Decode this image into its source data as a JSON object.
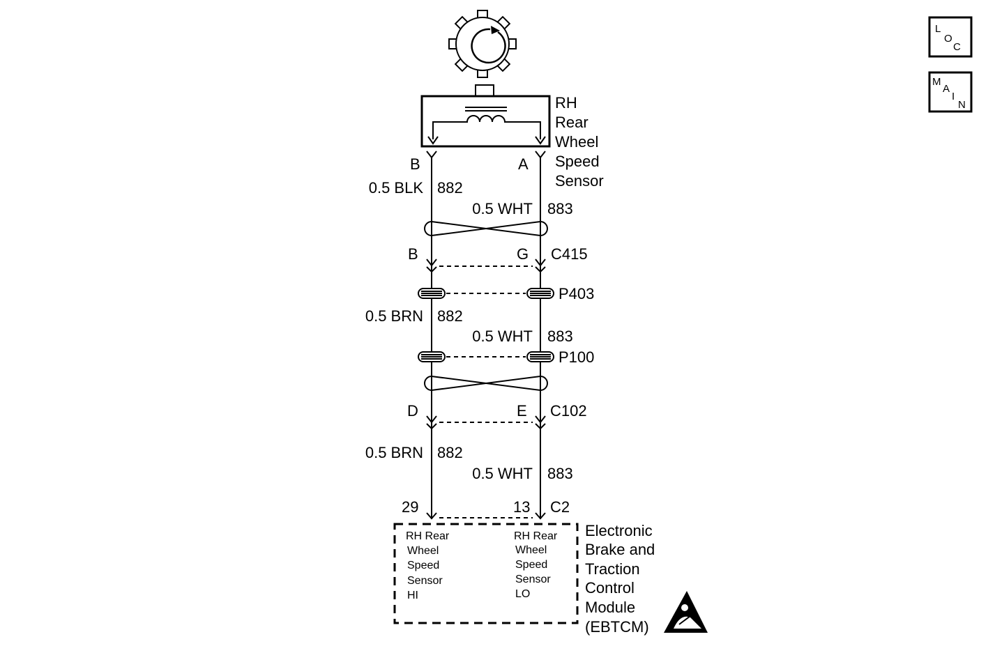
{
  "nav": {
    "loc": [
      "L",
      "O",
      "C"
    ],
    "main": [
      "M",
      "A",
      "I",
      "N"
    ]
  },
  "sensor": {
    "name_lines": [
      "RH",
      "Rear",
      "Wheel",
      "Speed",
      "Sensor"
    ],
    "pin_left": "B",
    "pin_right": "A"
  },
  "segments": [
    {
      "left_wire": "0.5 BLK",
      "left_circuit": "882",
      "right_wire": "0.5 WHT",
      "right_circuit": "883"
    },
    {
      "left_wire": "0.5 BRN",
      "left_circuit": "882",
      "right_wire": "0.5 WHT",
      "right_circuit": "883"
    },
    {
      "left_wire": "0.5 BRN",
      "left_circuit": "882",
      "right_wire": "0.5 WHT",
      "right_circuit": "883"
    }
  ],
  "connectors": {
    "c415": {
      "left_pin": "B",
      "right_pin": "G",
      "name": "C415"
    },
    "p403": {
      "name": "P403"
    },
    "p100": {
      "name": "P100"
    },
    "c102": {
      "left_pin": "D",
      "right_pin": "E",
      "name": "C102"
    },
    "c2": {
      "left_pin": "29",
      "right_pin": "13",
      "name": "C2"
    }
  },
  "module": {
    "name_lines": [
      "Electronic",
      "Brake and",
      "Traction",
      "Control",
      "Module",
      "(EBTCM)"
    ],
    "left_terminal_lines": [
      "RH Rear",
      "Wheel",
      "Speed",
      "Sensor",
      "HI"
    ],
    "right_terminal_lines": [
      "RH Rear",
      "Wheel",
      "Speed",
      "Sensor",
      "LO"
    ],
    "esd_icon": "esd-warning-icon"
  },
  "icons": [
    "tone-wheel-icon",
    "coil-icon",
    "twisted-pair-icon",
    "splice-pack-icon",
    "esd-warning-icon"
  ]
}
